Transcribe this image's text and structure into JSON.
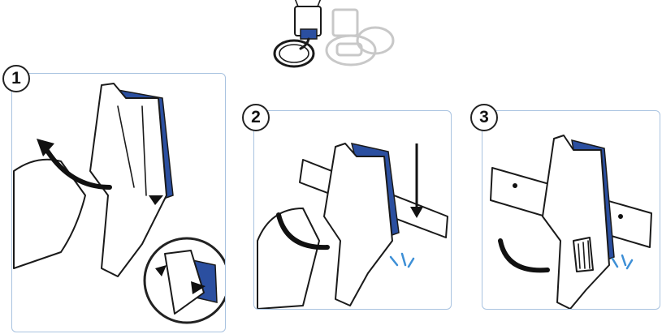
{
  "steps": [
    {
      "number": "1"
    },
    {
      "number": "2"
    },
    {
      "number": "3"
    }
  ],
  "colors": {
    "panel_border": "#a9c3e0",
    "accent_blue": "#2b4fa0",
    "click_marks": "#3d8fd6",
    "faded_device": "#c8c8c8"
  },
  "icons": [
    "clip-device-icon",
    "hand-icon",
    "rotate-arrow-icon",
    "push-arrow-icon",
    "mounting-bar-icon",
    "click-indicator-icon",
    "magnifier-inset-icon"
  ]
}
